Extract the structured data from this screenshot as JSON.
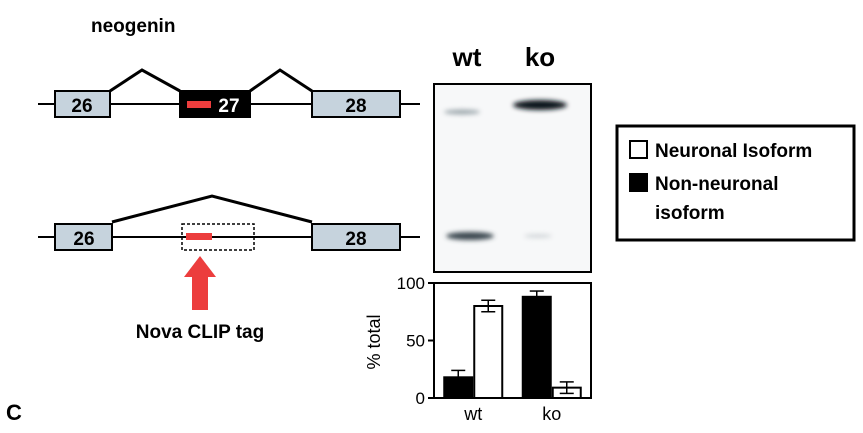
{
  "gene_label": "neogenin",
  "panel_label": "C",
  "exons": {
    "upstream": "26",
    "middle": "27",
    "downstream": "28"
  },
  "clip_tag_label": "Nova CLIP tag",
  "gel": {
    "lanes": [
      "wt",
      "ko"
    ]
  },
  "legend": {
    "neuronal": "Neuronal Isoform",
    "non_neuronal_line1": "Non-neuronal",
    "non_neuronal_line2": "isoform"
  },
  "colors": {
    "exon_fill": "#c6d3dd",
    "tag": "#ec3d3d",
    "black": "#000000",
    "white": "#ffffff"
  },
  "chart_data": {
    "type": "bar",
    "categories": [
      "wt",
      "ko"
    ],
    "series": [
      {
        "name": "Non-neuronal isoform",
        "values": [
          18,
          88
        ],
        "errors": [
          6,
          5
        ],
        "color": "#000000"
      },
      {
        "name": "Neuronal Isoform",
        "values": [
          80,
          9
        ],
        "errors": [
          5,
          5
        ],
        "color": "#ffffff"
      }
    ],
    "ylabel": "% total",
    "ylim": [
      0,
      100
    ],
    "yticks": [
      "0",
      "50",
      "100"
    ]
  }
}
